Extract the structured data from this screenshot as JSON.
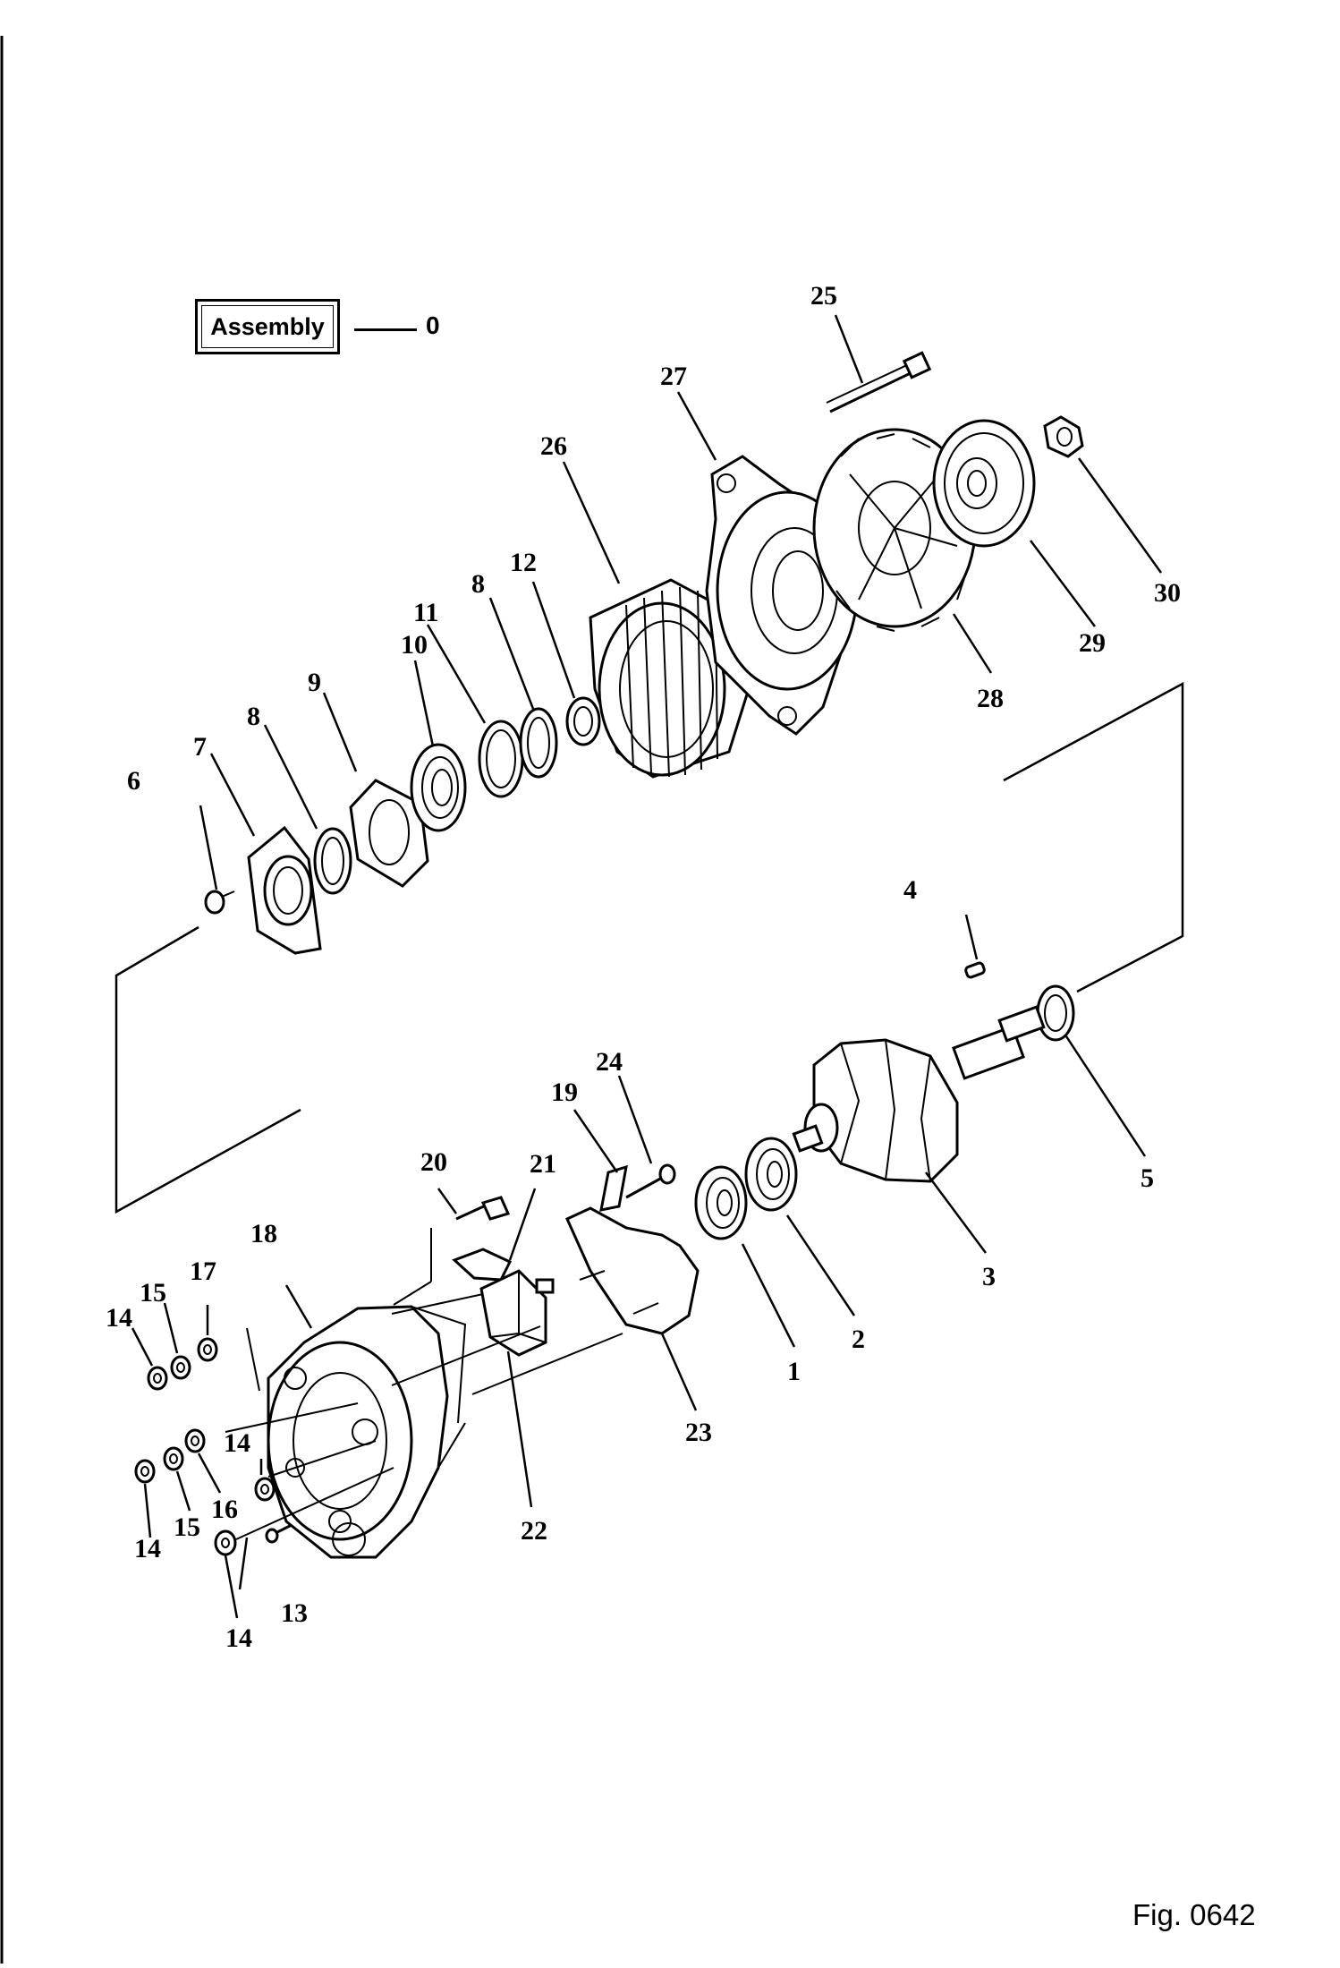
{
  "assembly": {
    "label": "Assembly",
    "number": "0"
  },
  "figure_label": "Fig. 0642",
  "callouts": [
    {
      "id": "c1",
      "text": "1"
    },
    {
      "id": "c2",
      "text": "2"
    },
    {
      "id": "c3",
      "text": "3"
    },
    {
      "id": "c4",
      "text": "4"
    },
    {
      "id": "c5",
      "text": "5"
    },
    {
      "id": "c6",
      "text": "6"
    },
    {
      "id": "c7",
      "text": "7"
    },
    {
      "id": "c8a",
      "text": "8"
    },
    {
      "id": "c8b",
      "text": "8"
    },
    {
      "id": "c9",
      "text": "9"
    },
    {
      "id": "c10",
      "text": "10"
    },
    {
      "id": "c11",
      "text": "11"
    },
    {
      "id": "c12",
      "text": "12"
    },
    {
      "id": "c13",
      "text": "13"
    },
    {
      "id": "c14a",
      "text": "14"
    },
    {
      "id": "c14b",
      "text": "14"
    },
    {
      "id": "c14c",
      "text": "14"
    },
    {
      "id": "c14d",
      "text": "14"
    },
    {
      "id": "c15a",
      "text": "15"
    },
    {
      "id": "c15b",
      "text": "15"
    },
    {
      "id": "c16",
      "text": "16"
    },
    {
      "id": "c17",
      "text": "17"
    },
    {
      "id": "c18",
      "text": "18"
    },
    {
      "id": "c19",
      "text": "19"
    },
    {
      "id": "c20",
      "text": "20"
    },
    {
      "id": "c21",
      "text": "21"
    },
    {
      "id": "c22",
      "text": "22"
    },
    {
      "id": "c23",
      "text": "23"
    },
    {
      "id": "c24",
      "text": "24"
    },
    {
      "id": "c25",
      "text": "25"
    },
    {
      "id": "c26",
      "text": "26"
    },
    {
      "id": "c27",
      "text": "27"
    },
    {
      "id": "c28",
      "text": "28"
    },
    {
      "id": "c29",
      "text": "29"
    },
    {
      "id": "c30",
      "text": "30"
    }
  ]
}
